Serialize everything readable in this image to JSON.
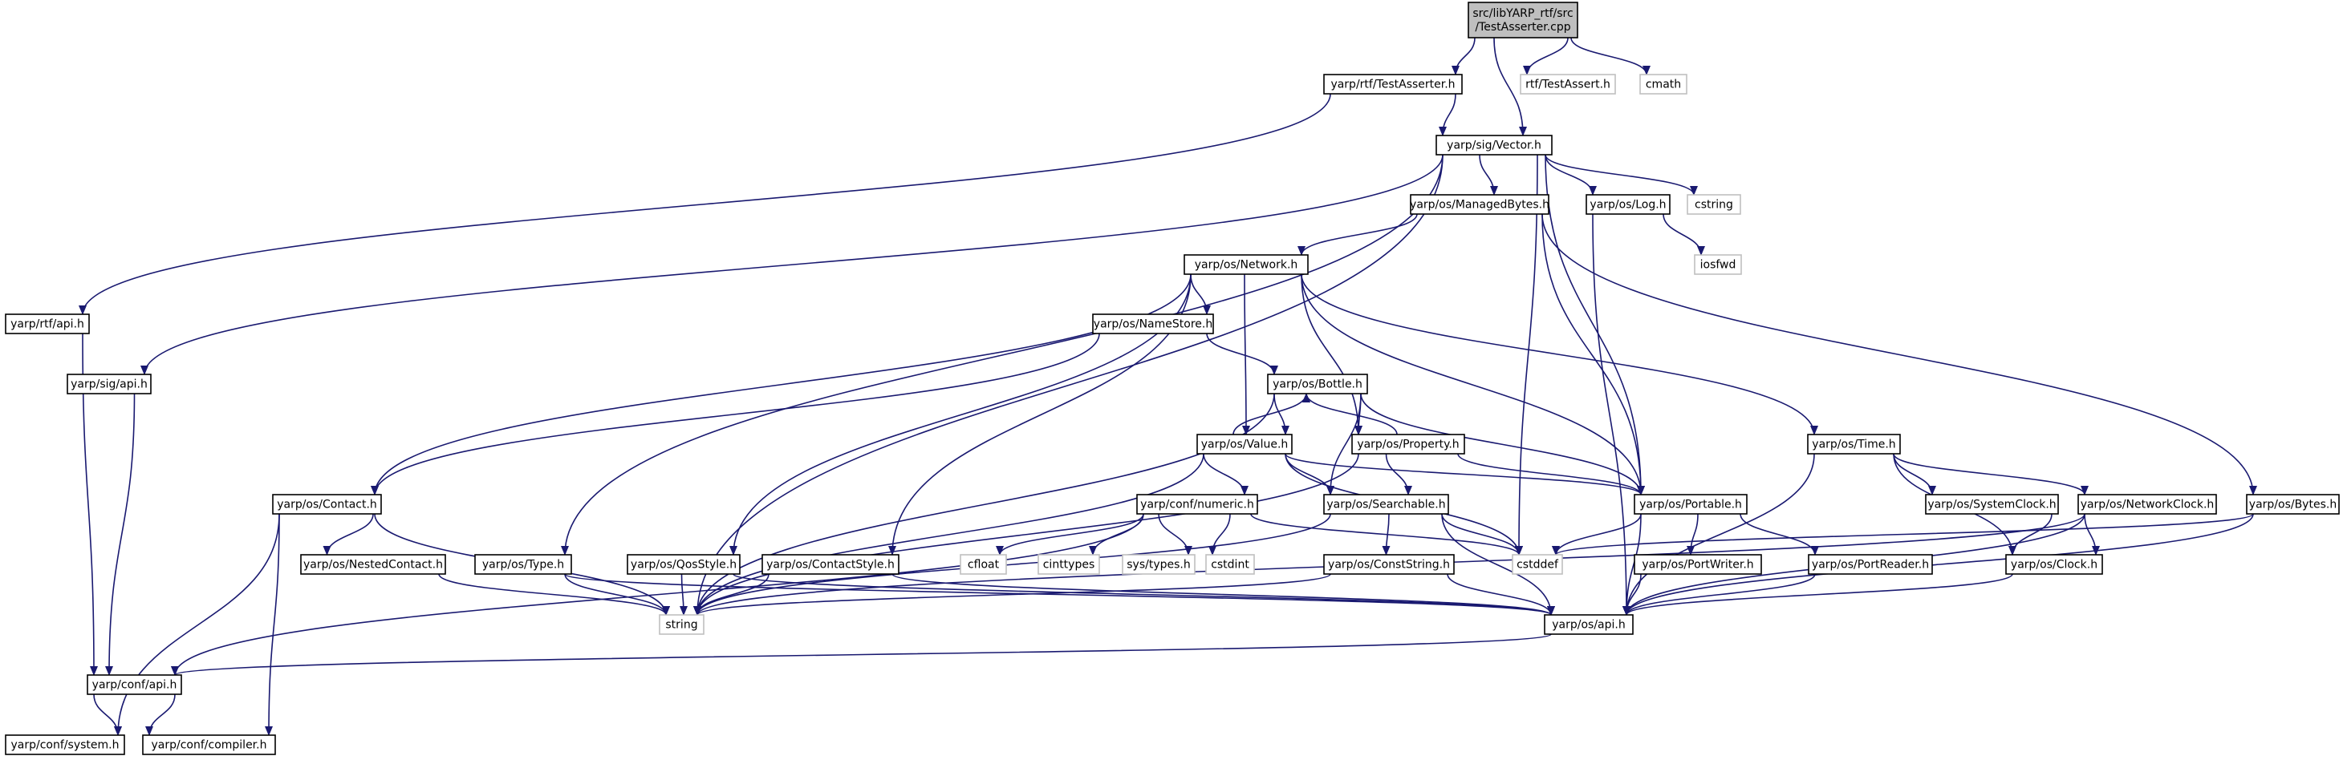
{
  "colors": {
    "edge": "#191970",
    "node_border": "#000000",
    "node_fill": "#ffffff",
    "root_fill": "#bfbfbf",
    "external_border": "#bfbfbf",
    "external_text": "#7f7f7f",
    "background": "#ffffff"
  },
  "nodes": [
    {
      "id": "root",
      "lines": [
        "src/libYARP_rtf/src",
        "/TestAsserter.cpp"
      ],
      "kind": "root"
    },
    {
      "id": "rtf_testasserter",
      "lines": [
        "yarp/rtf/TestAsserter.h"
      ],
      "kind": "normal"
    },
    {
      "id": "rtf_testassert",
      "lines": [
        "rtf/TestAssert.h"
      ],
      "kind": "external"
    },
    {
      "id": "cmath",
      "lines": [
        "cmath"
      ],
      "kind": "external"
    },
    {
      "id": "sig_vector",
      "lines": [
        "yarp/sig/Vector.h"
      ],
      "kind": "normal"
    },
    {
      "id": "rtf_api",
      "lines": [
        "yarp/rtf/api.h"
      ],
      "kind": "normal"
    },
    {
      "id": "sig_api",
      "lines": [
        "yarp/sig/api.h"
      ],
      "kind": "normal"
    },
    {
      "id": "managedbytes",
      "lines": [
        "yarp/os/ManagedBytes.h"
      ],
      "kind": "normal"
    },
    {
      "id": "log",
      "lines": [
        "yarp/os/Log.h"
      ],
      "kind": "normal"
    },
    {
      "id": "cstring",
      "lines": [
        "cstring"
      ],
      "kind": "external"
    },
    {
      "id": "iosfwd",
      "lines": [
        "iosfwd"
      ],
      "kind": "external"
    },
    {
      "id": "network",
      "lines": [
        "yarp/os/Network.h"
      ],
      "kind": "normal"
    },
    {
      "id": "namestore",
      "lines": [
        "yarp/os/NameStore.h"
      ],
      "kind": "normal"
    },
    {
      "id": "bottle",
      "lines": [
        "yarp/os/Bottle.h"
      ],
      "kind": "normal"
    },
    {
      "id": "value",
      "lines": [
        "yarp/os/Value.h"
      ],
      "kind": "normal"
    },
    {
      "id": "property",
      "lines": [
        "yarp/os/Property.h"
      ],
      "kind": "normal"
    },
    {
      "id": "time",
      "lines": [
        "yarp/os/Time.h"
      ],
      "kind": "normal"
    },
    {
      "id": "contact",
      "lines": [
        "yarp/os/Contact.h"
      ],
      "kind": "normal"
    },
    {
      "id": "numeric",
      "lines": [
        "yarp/conf/numeric.h"
      ],
      "kind": "normal"
    },
    {
      "id": "searchable",
      "lines": [
        "yarp/os/Searchable.h"
      ],
      "kind": "normal"
    },
    {
      "id": "portable",
      "lines": [
        "yarp/os/Portable.h"
      ],
      "kind": "normal"
    },
    {
      "id": "systemclock",
      "lines": [
        "yarp/os/SystemClock.h"
      ],
      "kind": "normal"
    },
    {
      "id": "networkclock",
      "lines": [
        "yarp/os/NetworkClock.h"
      ],
      "kind": "normal"
    },
    {
      "id": "bytes",
      "lines": [
        "yarp/os/Bytes.h"
      ],
      "kind": "normal"
    },
    {
      "id": "nestedcontact",
      "lines": [
        "yarp/os/NestedContact.h"
      ],
      "kind": "normal"
    },
    {
      "id": "type",
      "lines": [
        "yarp/os/Type.h"
      ],
      "kind": "normal"
    },
    {
      "id": "qosstyle",
      "lines": [
        "yarp/os/QosStyle.h"
      ],
      "kind": "normal"
    },
    {
      "id": "contactstyle",
      "lines": [
        "yarp/os/ContactStyle.h"
      ],
      "kind": "normal"
    },
    {
      "id": "cfloat",
      "lines": [
        "cfloat"
      ],
      "kind": "external"
    },
    {
      "id": "cinttypes",
      "lines": [
        "cinttypes"
      ],
      "kind": "external"
    },
    {
      "id": "systypes",
      "lines": [
        "sys/types.h"
      ],
      "kind": "external"
    },
    {
      "id": "cstdint",
      "lines": [
        "cstdint"
      ],
      "kind": "external"
    },
    {
      "id": "cstddef",
      "lines": [
        "cstddef"
      ],
      "kind": "external"
    },
    {
      "id": "conststring",
      "lines": [
        "yarp/os/ConstString.h"
      ],
      "kind": "normal"
    },
    {
      "id": "portwriter",
      "lines": [
        "yarp/os/PortWriter.h"
      ],
      "kind": "normal"
    },
    {
      "id": "portreader",
      "lines": [
        "yarp/os/PortReader.h"
      ],
      "kind": "normal"
    },
    {
      "id": "clock",
      "lines": [
        "yarp/os/Clock.h"
      ],
      "kind": "normal"
    },
    {
      "id": "string",
      "lines": [
        "string"
      ],
      "kind": "external"
    },
    {
      "id": "os_api",
      "lines": [
        "yarp/os/api.h"
      ],
      "kind": "normal"
    },
    {
      "id": "conf_api",
      "lines": [
        "yarp/conf/api.h"
      ],
      "kind": "normal"
    },
    {
      "id": "conf_system",
      "lines": [
        "yarp/conf/system.h"
      ],
      "kind": "normal"
    },
    {
      "id": "conf_compiler",
      "lines": [
        "yarp/conf/compiler.h"
      ],
      "kind": "normal"
    }
  ],
  "edges": [
    [
      "root",
      "rtf_testasserter"
    ],
    [
      "root",
      "rtf_testassert"
    ],
    [
      "root",
      "cmath"
    ],
    [
      "root",
      "sig_vector"
    ],
    [
      "rtf_testasserter",
      "rtf_api"
    ],
    [
      "rtf_testasserter",
      "sig_vector"
    ],
    [
      "rtf_api",
      "conf_api"
    ],
    [
      "sig_api",
      "conf_api"
    ],
    [
      "sig_vector",
      "sig_api"
    ],
    [
      "sig_vector",
      "string"
    ],
    [
      "sig_vector",
      "type"
    ],
    [
      "sig_vector",
      "managedbytes"
    ],
    [
      "sig_vector",
      "log"
    ],
    [
      "sig_vector",
      "cstring"
    ],
    [
      "sig_vector",
      "portable"
    ],
    [
      "sig_vector",
      "cstddef"
    ],
    [
      "managedbytes",
      "network"
    ],
    [
      "managedbytes",
      "portable"
    ],
    [
      "managedbytes",
      "bytes"
    ],
    [
      "log",
      "iosfwd"
    ],
    [
      "log",
      "os_api"
    ],
    [
      "network",
      "contact"
    ],
    [
      "network",
      "qosstyle"
    ],
    [
      "network",
      "contactstyle"
    ],
    [
      "network",
      "namestore"
    ],
    [
      "network",
      "value"
    ],
    [
      "network",
      "property"
    ],
    [
      "network",
      "portable"
    ],
    [
      "network",
      "time"
    ],
    [
      "namestore",
      "contact"
    ],
    [
      "namestore",
      "bottle"
    ],
    [
      "bottle",
      "value"
    ],
    [
      "bottle",
      "property"
    ],
    [
      "bottle",
      "searchable"
    ],
    [
      "bottle",
      "portable"
    ],
    [
      "bottle",
      "string"
    ],
    [
      "value",
      "bottle"
    ],
    [
      "value",
      "numeric"
    ],
    [
      "value",
      "searchable"
    ],
    [
      "value",
      "portable"
    ],
    [
      "value",
      "cstddef"
    ],
    [
      "value",
      "string"
    ],
    [
      "property",
      "bottle"
    ],
    [
      "property",
      "searchable"
    ],
    [
      "property",
      "portable"
    ],
    [
      "property",
      "string"
    ],
    [
      "time",
      "systemclock"
    ],
    [
      "time",
      "networkclock"
    ],
    [
      "time",
      "clock"
    ],
    [
      "time",
      "os_api"
    ],
    [
      "contact",
      "nestedcontact"
    ],
    [
      "contact",
      "string"
    ],
    [
      "contact",
      "conf_system"
    ],
    [
      "contact",
      "conf_compiler"
    ],
    [
      "numeric",
      "cfloat"
    ],
    [
      "numeric",
      "cinttypes"
    ],
    [
      "numeric",
      "systypes"
    ],
    [
      "numeric",
      "cstdint"
    ],
    [
      "numeric",
      "cstddef"
    ],
    [
      "numeric",
      "conf_api"
    ],
    [
      "searchable",
      "conststring"
    ],
    [
      "searchable",
      "cstddef"
    ],
    [
      "searchable",
      "os_api"
    ],
    [
      "searchable",
      "string"
    ],
    [
      "portable",
      "portwriter"
    ],
    [
      "portable",
      "portreader"
    ],
    [
      "portable",
      "os_api"
    ],
    [
      "portable",
      "cstddef"
    ],
    [
      "systemclock",
      "clock"
    ],
    [
      "networkclock",
      "clock"
    ],
    [
      "networkclock",
      "os_api"
    ],
    [
      "networkclock",
      "string"
    ],
    [
      "bytes",
      "cstddef"
    ],
    [
      "bytes",
      "os_api"
    ],
    [
      "nestedcontact",
      "string"
    ],
    [
      "type",
      "string"
    ],
    [
      "type",
      "os_api"
    ],
    [
      "qosstyle",
      "string"
    ],
    [
      "qosstyle",
      "os_api"
    ],
    [
      "contactstyle",
      "string"
    ],
    [
      "contactstyle",
      "os_api"
    ],
    [
      "conststring",
      "string"
    ],
    [
      "conststring",
      "os_api"
    ],
    [
      "portwriter",
      "os_api"
    ],
    [
      "portreader",
      "os_api"
    ],
    [
      "clock",
      "os_api"
    ],
    [
      "os_api",
      "conf_api"
    ],
    [
      "conf_api",
      "conf_system"
    ],
    [
      "conf_api",
      "conf_compiler"
    ]
  ]
}
